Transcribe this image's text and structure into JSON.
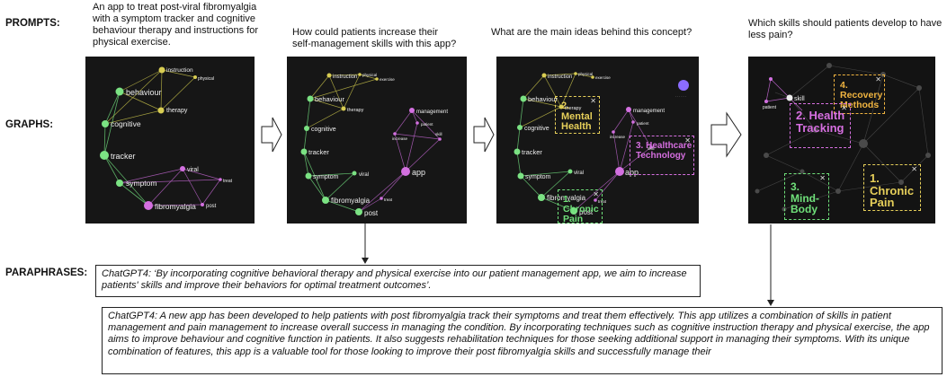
{
  "labels": {
    "prompts": "PROMPTS:",
    "graphs": "GRAPHS:",
    "paraphrases": "PARAPHRASES:"
  },
  "prompts": [
    "An app to treat post-viral fibromyalgia with a symptom tracker and cognitive behaviour therapy and instructions for physical exercise.",
    "How could patients increase their self-management skills with this app?",
    "What are the main ideas behind this concept?",
    "Which skills should patients develop to have less pain?"
  ],
  "graph1": {
    "nodes": [
      "instruction",
      "physical",
      "behaviour",
      "therapy",
      "cognitive",
      "tracker",
      "viral",
      "symptom",
      "treat",
      "fibromyalgia",
      "post"
    ]
  },
  "graph2": {
    "nodes": [
      "instruction",
      "physical",
      "exercise",
      "behaviour",
      "therapy",
      "cognitive",
      "tracker",
      "management",
      "patient",
      "increase",
      "skill",
      "symptom",
      "viral",
      "app",
      "fibromyalgia",
      "treat",
      "post"
    ]
  },
  "graph3": {
    "nodes": [
      "instruction",
      "physical",
      "exercise",
      "behaviour",
      "therapy",
      "cognitive",
      "tracker",
      "management",
      "patient",
      "increase",
      "skill",
      "app",
      "symptom",
      "viral",
      "fibromyalgia",
      "treat",
      "post"
    ],
    "clusters": [
      {
        "label": "2. Mental Health",
        "color": "#e6cf5a"
      },
      {
        "label": "3. Healthcare Technology",
        "color": "#d66fe0"
      },
      {
        "label": "1. Chronic Pain",
        "color": "#6fe07a"
      }
    ]
  },
  "graph4": {
    "nodes": [
      "skill",
      "patient"
    ],
    "clusters": [
      {
        "label": "4. Recovery Methods",
        "color": "#f0b440"
      },
      {
        "label": "2. Health Tracking",
        "color": "#d66fe0"
      },
      {
        "label": "3. Mind-Body",
        "color": "#6fe07a"
      },
      {
        "label": "1. Chronic Pain",
        "color": "#e6cf5a"
      }
    ]
  },
  "paraphrases": [
    "ChatGPT4: ‘By incorporating cognitive behavioral therapy and physical exercise into our patient management app, we aim to increase patients' skills and improve their behaviors for optimal treatment outcomes’.",
    "ChatGPT4: A new app has been developed to help patients with post fibromyalgia track their symptoms and treat them effectively. This app utilizes a combination of skills in patient management and pain management to increase overall success in managing the condition. By incorporating techniques such as cognitive instruction therapy and physical exercise, the app aims to improve behaviour and cognitive function in patients. It also suggests rehabilitation techniques for those seeking additional support in managing their symptoms. With its unique combination of features, this app is a valuable tool for those looking to improve their post fibromyalgia skills and successfully manage their"
  ]
}
